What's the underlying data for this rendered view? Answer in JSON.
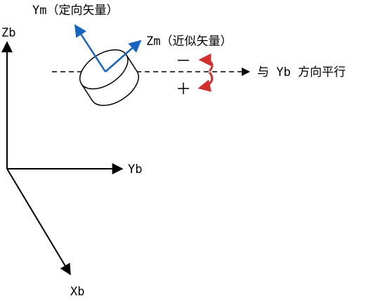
{
  "labels": {
    "base_z": "Zb",
    "base_y": "Yb",
    "base_x": "Xb",
    "tool_y": "Ym（定向矢量）",
    "tool_z": "Zm（近似矢量）",
    "parallel_note": "与 Yb 方向平行",
    "minus_sign": "－",
    "plus_sign": "＋"
  },
  "colors": {
    "axis": "#000000",
    "tool_vector": "#1565c0",
    "rotation": "#d32f2f"
  },
  "icons": {
    "rotation_minus": "curved-arrow-icon",
    "rotation_plus": "curved-arrow-icon"
  }
}
